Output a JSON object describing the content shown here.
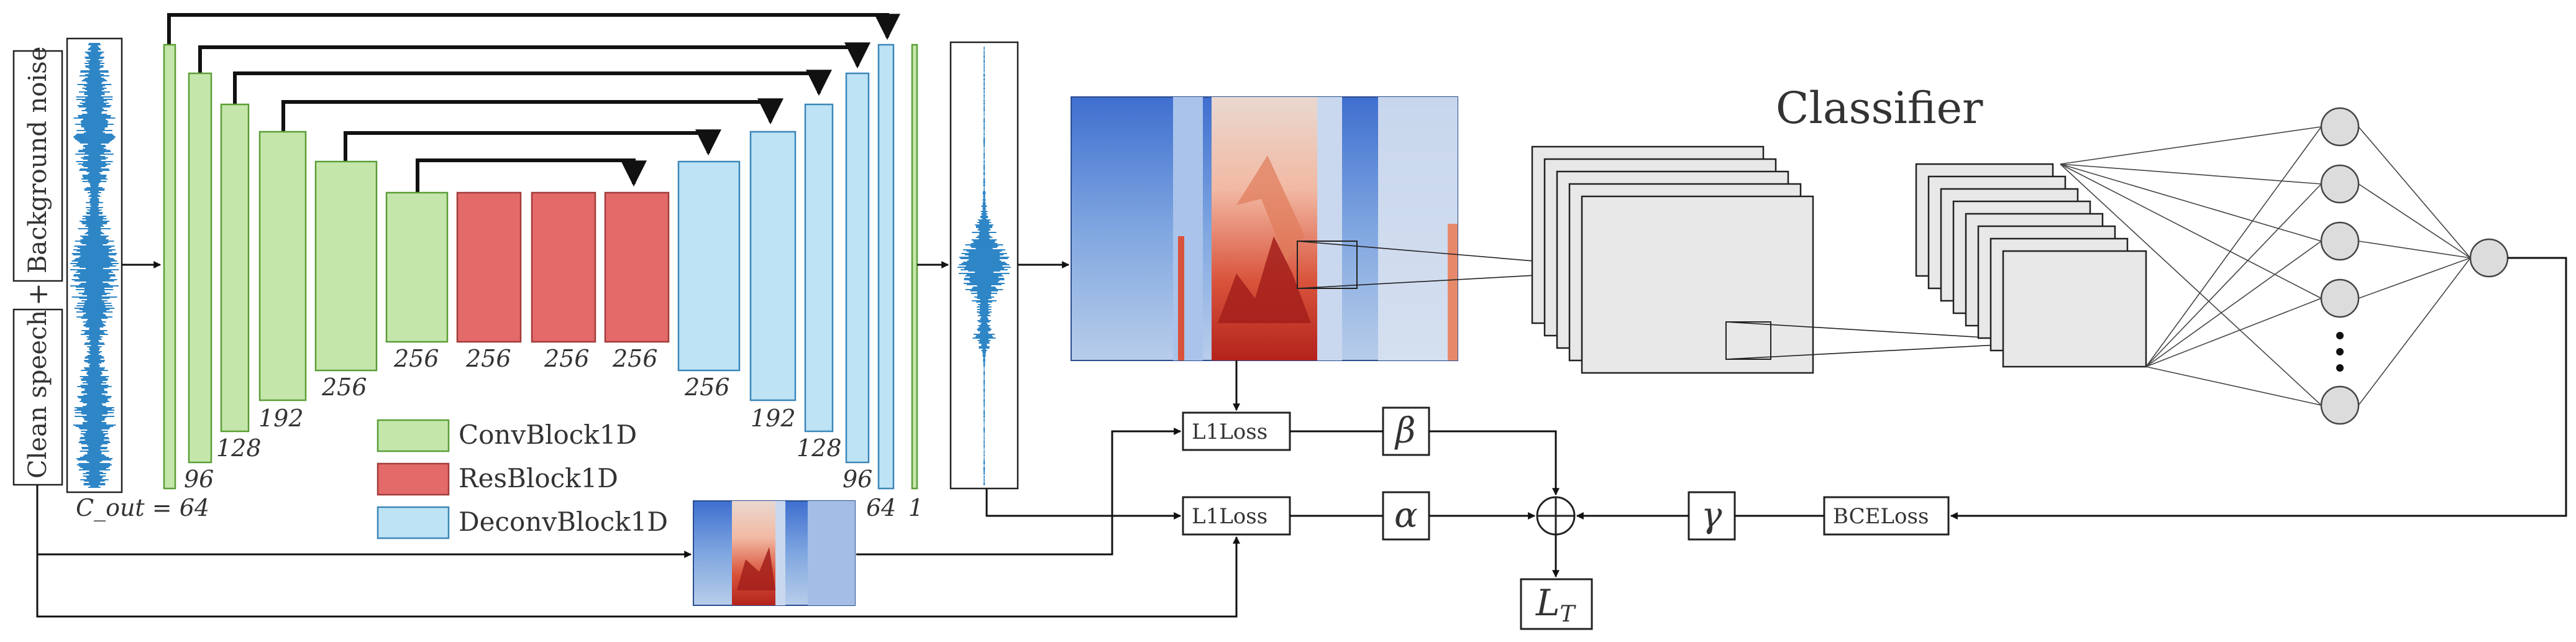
{
  "input": {
    "label_top": "Background noise",
    "label_bottom": "Clean speech",
    "plus": "+",
    "cout_label": "C_out = 64"
  },
  "blocks": {
    "encoder_channels": [
      "96",
      "128",
      "192",
      "256",
      "256"
    ],
    "res_channels": [
      "256",
      "256",
      "256"
    ],
    "decoder_channels": [
      "256",
      "192",
      "128",
      "96",
      "64",
      "1"
    ]
  },
  "legend": {
    "conv": "ConvBlock1D",
    "res": "ResBlock1D",
    "deconv": "DeconvBlock1D"
  },
  "classifier": {
    "title": "Classifier"
  },
  "losses": {
    "l1_top": "L1Loss",
    "l1_bottom": "L1Loss",
    "bce": "BCELoss",
    "beta": "β",
    "alpha": "α",
    "gamma": "γ",
    "total": "L",
    "total_sub": "T"
  },
  "colors": {
    "conv_fill": "#c5e6ab",
    "conv_stroke": "#5a9e37",
    "res_fill": "#e46a6a",
    "res_stroke": "#a23b3b",
    "deconv_fill": "#bde3f5",
    "deconv_stroke": "#3b86b8",
    "waveform": "#2f86c6"
  }
}
